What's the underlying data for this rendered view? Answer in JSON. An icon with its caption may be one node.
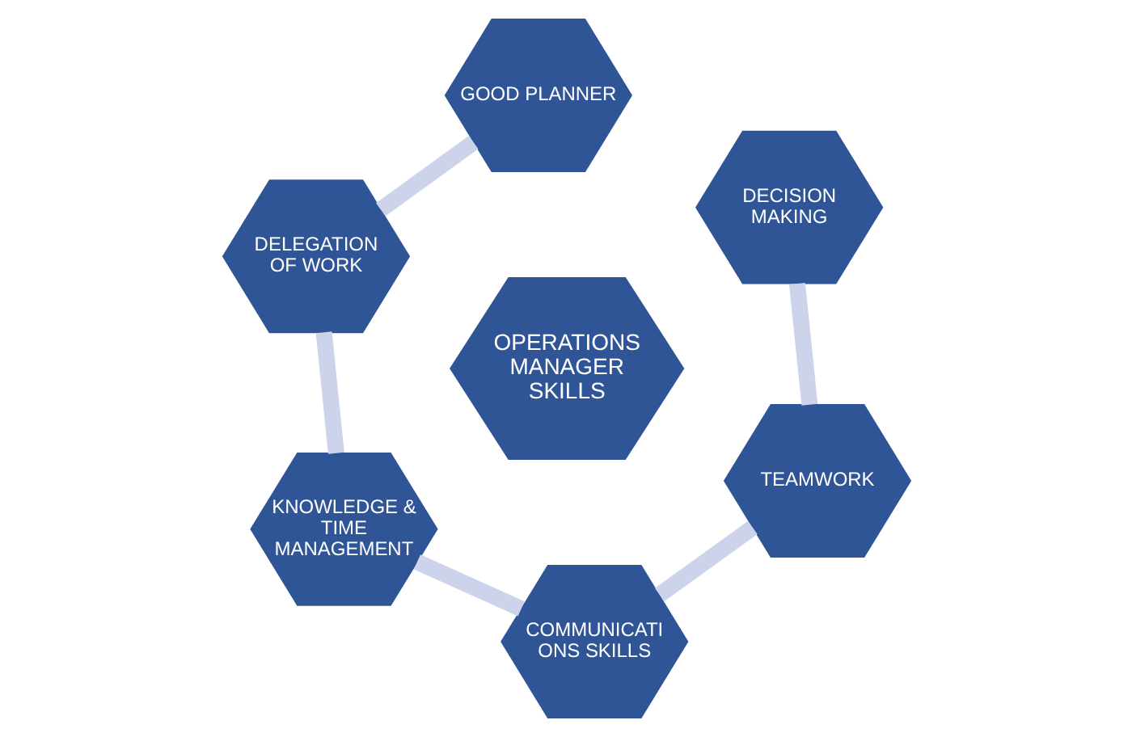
{
  "diagram": {
    "nodes": [
      {
        "text": [
          "GOOD PLANNER"
        ]
      },
      {
        "text": [
          "DECISION MAKING"
        ]
      },
      {
        "text": [
          "DELEGATION OF WORK"
        ]
      },
      {
        "text": [
          "OPERATIONS MANAGER SKILLS"
        ]
      },
      {
        "text": [
          "TEAMWORK"
        ]
      },
      {
        "text": [
          "KNOWLEDGE & TIME MANAGEMENT"
        ]
      },
      {
        "text": [
          "COMMUNICATI ONS SKILLS"
        ]
      }
    ],
    "edges": [
      {
        "from": 0,
        "to": 2,
        "arrow": "none"
      },
      {
        "from": 2,
        "to": 5,
        "arrow": "none"
      },
      {
        "from": 5,
        "to": 6,
        "arrow": "none"
      },
      {
        "from": 6,
        "to": 4,
        "arrow": "none"
      },
      {
        "from": 4,
        "to": 1,
        "arrow": "none"
      }
    ]
  }
}
